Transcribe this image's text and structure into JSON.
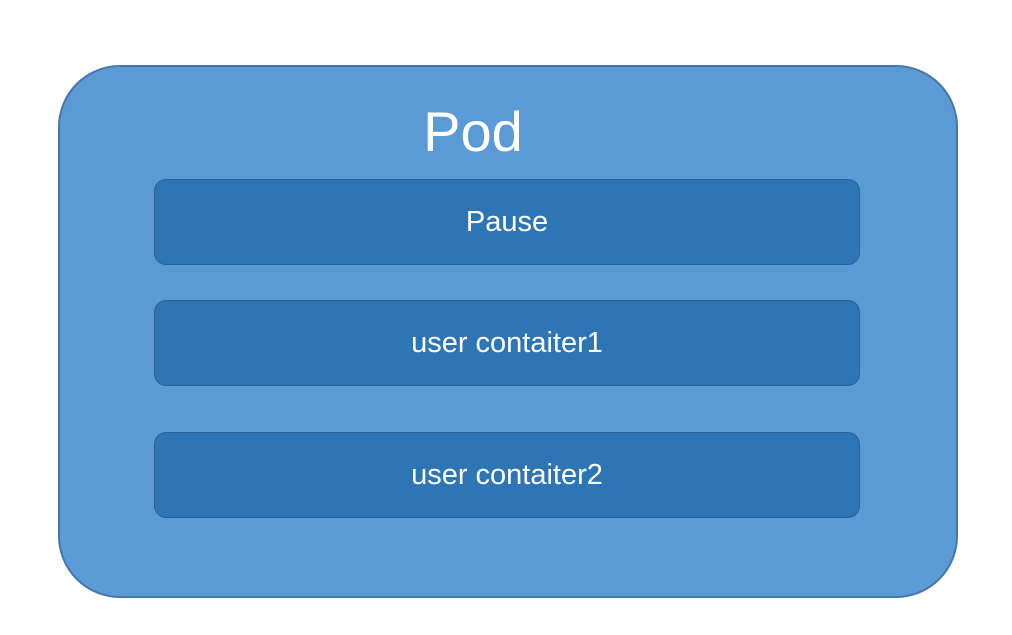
{
  "diagram": {
    "pod": {
      "title": "Pod",
      "containers": [
        {
          "label": "Pause"
        },
        {
          "label": "user contaiter1"
        },
        {
          "label": "user contaiter2"
        }
      ]
    },
    "colors": {
      "pod_fill": "#5B9BD5",
      "pod_border": "#4577AC",
      "container_fill": "#2E75B6",
      "container_border": "#2A5480",
      "text": "#FFFFFF",
      "page_background": "#FFFFFF"
    }
  }
}
